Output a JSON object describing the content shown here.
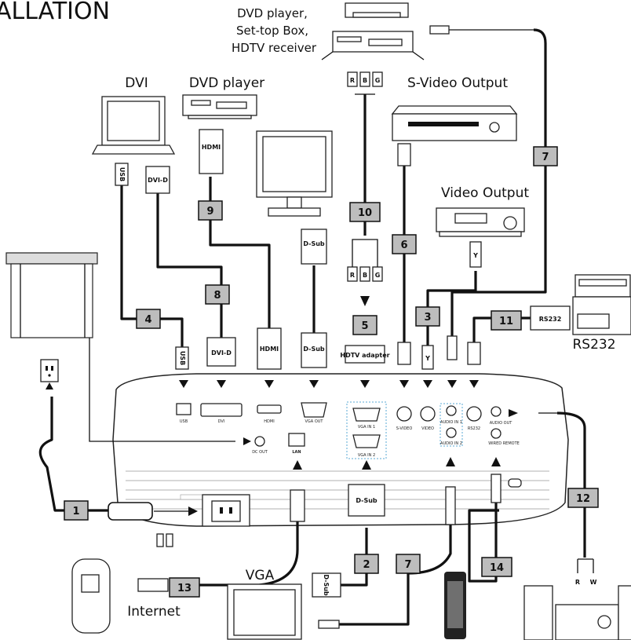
{
  "section_title": "ALLATION",
  "device_labels": {
    "dvd_stb_hdtv": [
      "DVD player,",
      "Set-top Box,",
      "HDTV receiver"
    ],
    "dvi": "DVI",
    "dvd_player": "DVD player",
    "svideo_output": "S-Video Output",
    "video_output": "Video Output",
    "rs232": "RS232",
    "vga": "VGA",
    "internet": "Internet"
  },
  "connector_labels": {
    "usb": "USB",
    "dvi_d": "DVI-D",
    "hdmi": "HDMI",
    "d_sub": "D-Sub",
    "hdtv_adapter": "HDTV adapter",
    "rs232": "RS232",
    "r": "R",
    "b": "B",
    "g": "G",
    "y": "Y",
    "w": "W"
  },
  "port_labels": {
    "usb": "USB",
    "dvi": "DVI",
    "hdmi": "HDMI",
    "vga_out": "VGA OUT",
    "vga_in_1": "VGA IN 1",
    "vga_in_2": "VGA IN 2",
    "s_video": "S-VIDEO",
    "video": "VIDEO",
    "audio_in_1": "AUDIO IN 1",
    "audio_in_2": "AUDIO IN 2",
    "rs232": "RS232",
    "audio_out": "AUDIO OUT",
    "wired_remote": "WIRED REMOTE",
    "dc_out": "DC OUT",
    "lan": "LAN"
  },
  "cable_numbers": {
    "power": "1",
    "vga_in": "2",
    "video": "3",
    "usb": "4",
    "hdtv_adapter": "5",
    "svideo": "6",
    "audio_top": "7",
    "audio_bottom": "7",
    "dvi": "8",
    "hdmi": "9",
    "component": "10",
    "rs232": "11",
    "audio_out": "12",
    "lan": "13",
    "wired_remote": "14"
  }
}
